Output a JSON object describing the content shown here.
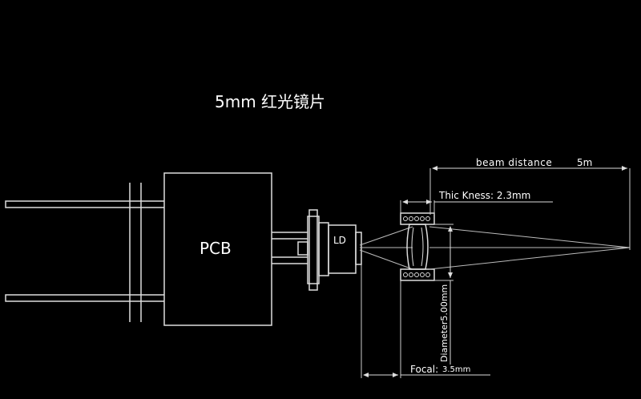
{
  "title": "5mm 红光镜片",
  "pcb_label": "PCB",
  "ld_label": "LD",
  "beam_distance_label": "beam distance",
  "beam_distance_value": "5m",
  "thickness_label": "Thic Kness: 2.3mm",
  "diameter_label": "Diameter5.00mm",
  "focal_label": "Focal:",
  "focal_value": "3.5mm",
  "colors": {
    "background": "#000000",
    "line": "#e6e6e6",
    "text": "#ffffff"
  }
}
